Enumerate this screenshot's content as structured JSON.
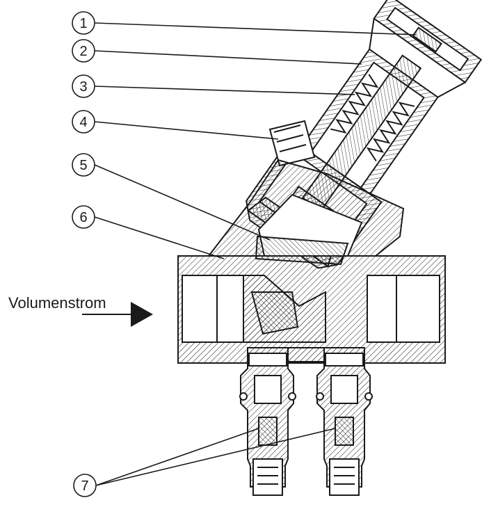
{
  "diagram": {
    "flow_label": "Volumenstrom",
    "callouts": [
      {
        "id": "c1",
        "number": "1"
      },
      {
        "id": "c2",
        "number": "2"
      },
      {
        "id": "c3",
        "number": "3"
      },
      {
        "id": "c4",
        "number": "4"
      },
      {
        "id": "c5",
        "number": "5"
      },
      {
        "id": "c6",
        "number": "6"
      },
      {
        "id": "c7",
        "number": "7"
      }
    ],
    "colors": {
      "line": "#1a1a1a",
      "fill": "#ffffff",
      "hatch": "#1a1a1a"
    }
  }
}
